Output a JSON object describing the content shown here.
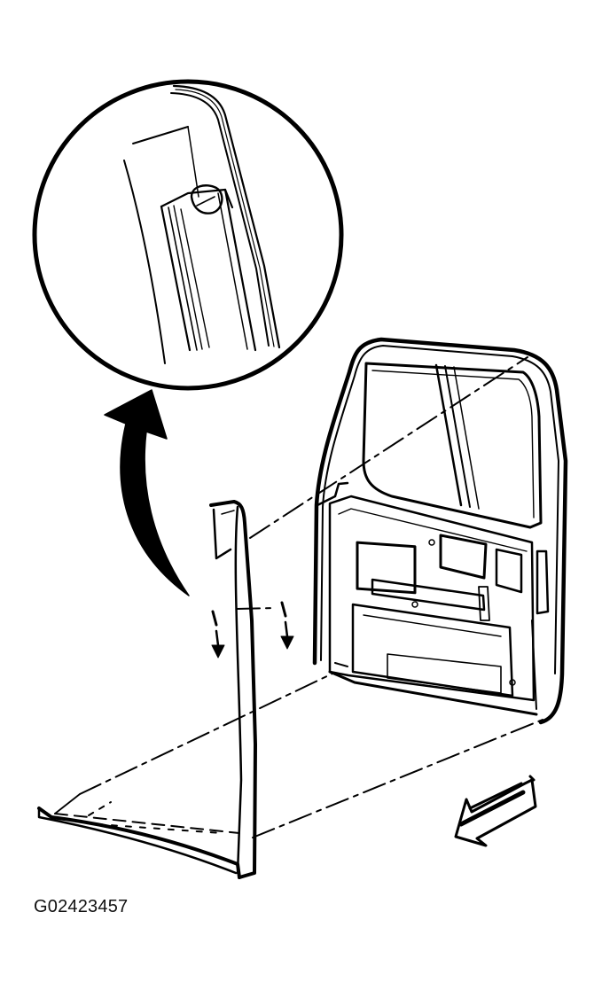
{
  "figure": {
    "id_label": "G02423457",
    "line_color": "#000000",
    "background": "#ffffff"
  },
  "parts": {
    "detail_view": "circle-detail-view",
    "trim_panel": "door-trim-panel",
    "door": "rear-door-assembly",
    "fasteners": [
      "retainer-clip-left",
      "retainer-clip-right"
    ],
    "callout_arrow": "curved-callout-arrow",
    "direction_arrow": "front-direction-arrow"
  }
}
